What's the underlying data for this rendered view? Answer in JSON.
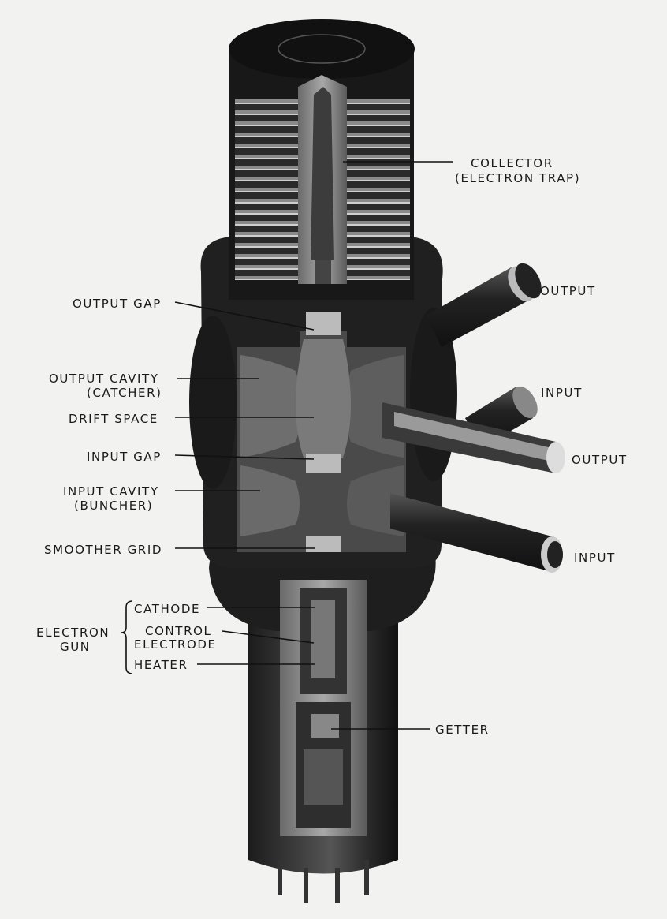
{
  "labels": {
    "collector_1": "COLLECTOR",
    "collector_2": "(ELECTRON TRAP)",
    "output_gap": "OUTPUT GAP",
    "output_cavity_1": "OUTPUT CAVITY",
    "output_cavity_2": "(CATCHER)",
    "drift_space": "DRIFT SPACE",
    "input_gap": "INPUT GAP",
    "input_cavity_1": "INPUT CAVITY",
    "input_cavity_2": "(BUNCHER)",
    "smoother_grid": "SMOOTHER GRID",
    "electron_gun_1": "ELECTRON",
    "electron_gun_2": "GUN",
    "cathode": "CATHODE",
    "control_electrode_1": "CONTROL",
    "control_electrode_2": "ELECTRODE",
    "heater": "HEATER",
    "getter": "GETTER",
    "output_top": "OUTPUT",
    "input_top": "INPUT",
    "output_mid": "OUTPUT",
    "input_bottom": "INPUT"
  }
}
